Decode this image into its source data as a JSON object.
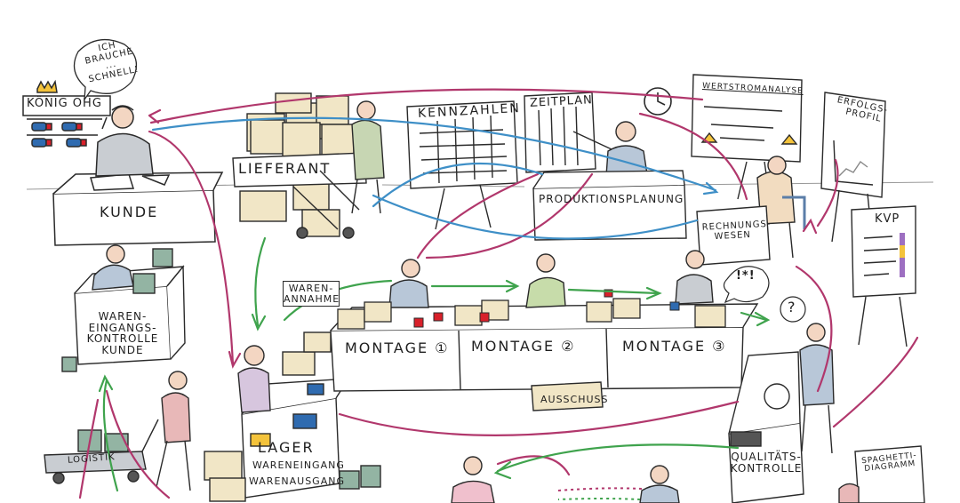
{
  "speech": {
    "line1": "ICH",
    "line2": "BRAUCHE",
    "line3": "...",
    "line4": "SCHNELL!"
  },
  "stations": {
    "konig": "KÖNIG OHG",
    "kunde": "KUNDE",
    "lieferant": "LIEFERANT",
    "kennzahlen": "KENNZAHLEN",
    "zeitplan": "ZEITPLAN",
    "produktionsplanung": "PRODUKTIONSPLANUNG",
    "wertstromanalyse": "WERTSTROMANALYSE",
    "erfolgsprofil_1": "ERFOLGS-",
    "erfolgsprofil_2": "PROFIL",
    "rechnungswesen_1": "RECHNUNGS-",
    "rechnungswesen_2": "WESEN",
    "kvp": "KVP",
    "warenannahme_1": "WAREN-",
    "warenannahme_2": "ANNAHME",
    "montage1": "MONTAGE ①",
    "montage2": "MONTAGE ②",
    "montage3": "MONTAGE ③",
    "ausschuss": "AUSSCHUSS",
    "wek_1": "WAREN-",
    "wek_2": "EINGANGS-",
    "wek_3": "KONTROLLE",
    "wek_4": "KUNDE",
    "lager": "LAGER",
    "wareneingang": "WARENEINGANG",
    "warenausgang": "WARENAUSGANG",
    "logistik": "LOGISTIK",
    "qualitaet_1": "QUALITÄTS-",
    "qualitaet_2": "KONTROLLE",
    "spaghetti_1": "SPAGHETTI-",
    "spaghetti_2": "DIAGRAMM",
    "exclaim": "!*!",
    "question": "?"
  },
  "colors": {
    "magenta": "#b1376c",
    "blue": "#3e8fc7",
    "green": "#3fa34d",
    "box": "#f1e6c6",
    "red": "#d8202a",
    "gift": "#93b4a3",
    "line": "#2a2a2a"
  }
}
